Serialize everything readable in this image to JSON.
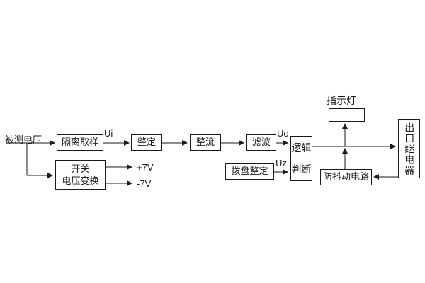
{
  "diagram": {
    "source_label": "被测电压",
    "indicator_label": "指示灯",
    "blocks": {
      "isolation_sampling": "隔离取样",
      "setting": "整定",
      "rectify": "整流",
      "filter": "滤波",
      "logic_judgment": "逻辑判断",
      "switch_converter_line1": "开关",
      "switch_converter_line2": "电压变换",
      "dial_setting": "拨盘整定",
      "anti_jitter": "防抖动电路",
      "output_relay": "出口继电器"
    },
    "signal_labels": {
      "ui": "Ui",
      "uo": "Uo",
      "uz": "Uz",
      "plus_7v": "+7V",
      "minus_7v": "-7V"
    },
    "colors": {
      "line": "#1a1a1a",
      "box_fill": "#ffffff",
      "background": "#ffffff"
    }
  }
}
